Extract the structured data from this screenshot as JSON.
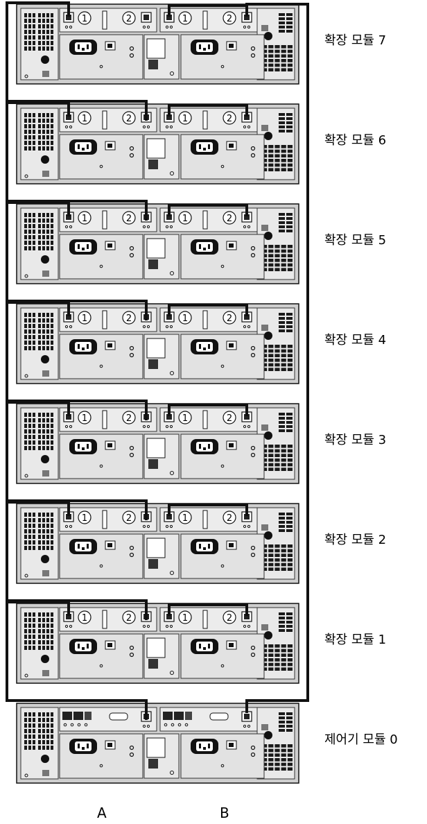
{
  "modules": [
    {
      "label": "확장 모듈 7",
      "type": "expansion"
    },
    {
      "label": "확장 모듈 6",
      "type": "expansion"
    },
    {
      "label": "확장 모듈 5",
      "type": "expansion"
    },
    {
      "label": "확장 모듈 4",
      "type": "expansion"
    },
    {
      "label": "확장 모듈 3",
      "type": "expansion"
    },
    {
      "label": "확장 모듈 2",
      "type": "expansion"
    },
    {
      "label": "확장 모듈 1",
      "type": "expansion"
    },
    {
      "label": "제어기 모듈 0",
      "type": "controller"
    }
  ],
  "port_labels": {
    "left": "A",
    "right": "B"
  },
  "port_numbers": {
    "one": "1",
    "two": "2"
  }
}
